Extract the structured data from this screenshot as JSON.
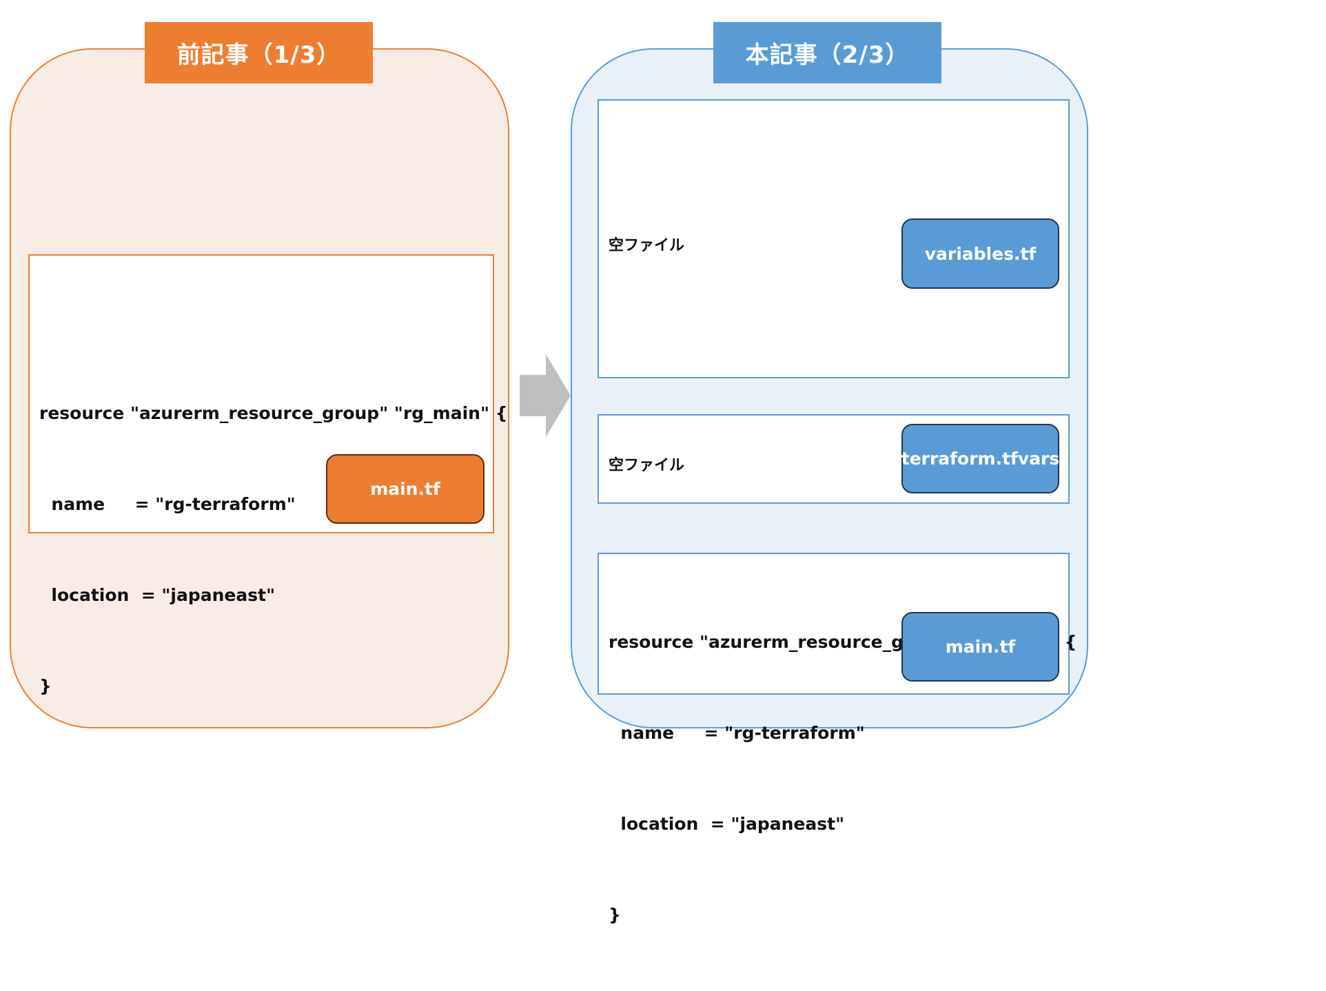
{
  "left": {
    "header": "前記事（1/3）",
    "code_lines": [
      "resource \"azurerm_resource_group\" \"rg_main\" {",
      "  name     = \"rg-terraform\"",
      "  location  = \"japaneast\"",
      "}"
    ],
    "file": "main.tf"
  },
  "right": {
    "header": "本記事（2/3）",
    "items": [
      {
        "label": "空ファイル",
        "file": "variables.tf"
      },
      {
        "label": "空ファイル",
        "file": "terraform.tfvars"
      }
    ],
    "code_lines": [
      "resource \"azurerm_resource_group\" \"rg_main\" {",
      "  name     = \"rg-terraform\"",
      "  location  = \"japaneast\"",
      "}"
    ],
    "file": "main.tf"
  },
  "colors": {
    "orange": "#ed7d31",
    "blue": "#5b9bd5",
    "arrow": "#bfbfbf"
  },
  "arrow_icon": "right-arrow-icon"
}
